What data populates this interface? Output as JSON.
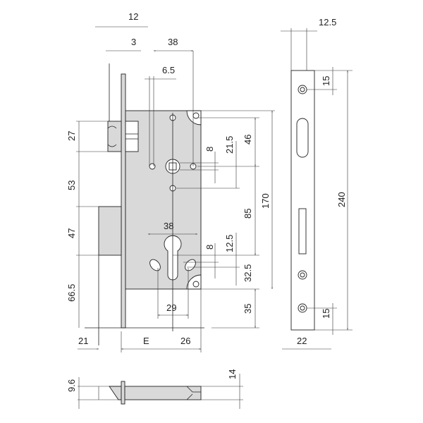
{
  "drawing": {
    "top_dims": {
      "faceplate_thickness": "12",
      "forend": "3",
      "spindle_to_screw": "38",
      "pin_offset": "6.5"
    },
    "left_dims": {
      "latch_height": "27",
      "latch_to_bolt": "53",
      "bolt_height": "47",
      "bolt_to_bottom": "66.5"
    },
    "body_dims": {
      "spindle_hole_1": "8",
      "spindle_to_hole": "21.5",
      "top_to_spindle": "46",
      "body_height": "170",
      "spindle_to_cylinder": "85",
      "cylinder_holes_width": "38",
      "cylinder_hole": "8",
      "cylinder_offset": "12.5",
      "cylinder_to_bottom": "32.5",
      "bottom_to_plate": "35",
      "cylinder_holes_spacing": "29"
    },
    "bottom_dims": {
      "bolt_throw": "21",
      "backset": "E",
      "body_rear": "26"
    },
    "plate_dims": {
      "plate_thickness": "12.5",
      "top_hole": "15",
      "plate_length": "240",
      "bottom_hole": "15",
      "plate_width": "22"
    },
    "section_dims": {
      "bolt_thickness": "9.6",
      "body_thickness": "14"
    }
  }
}
